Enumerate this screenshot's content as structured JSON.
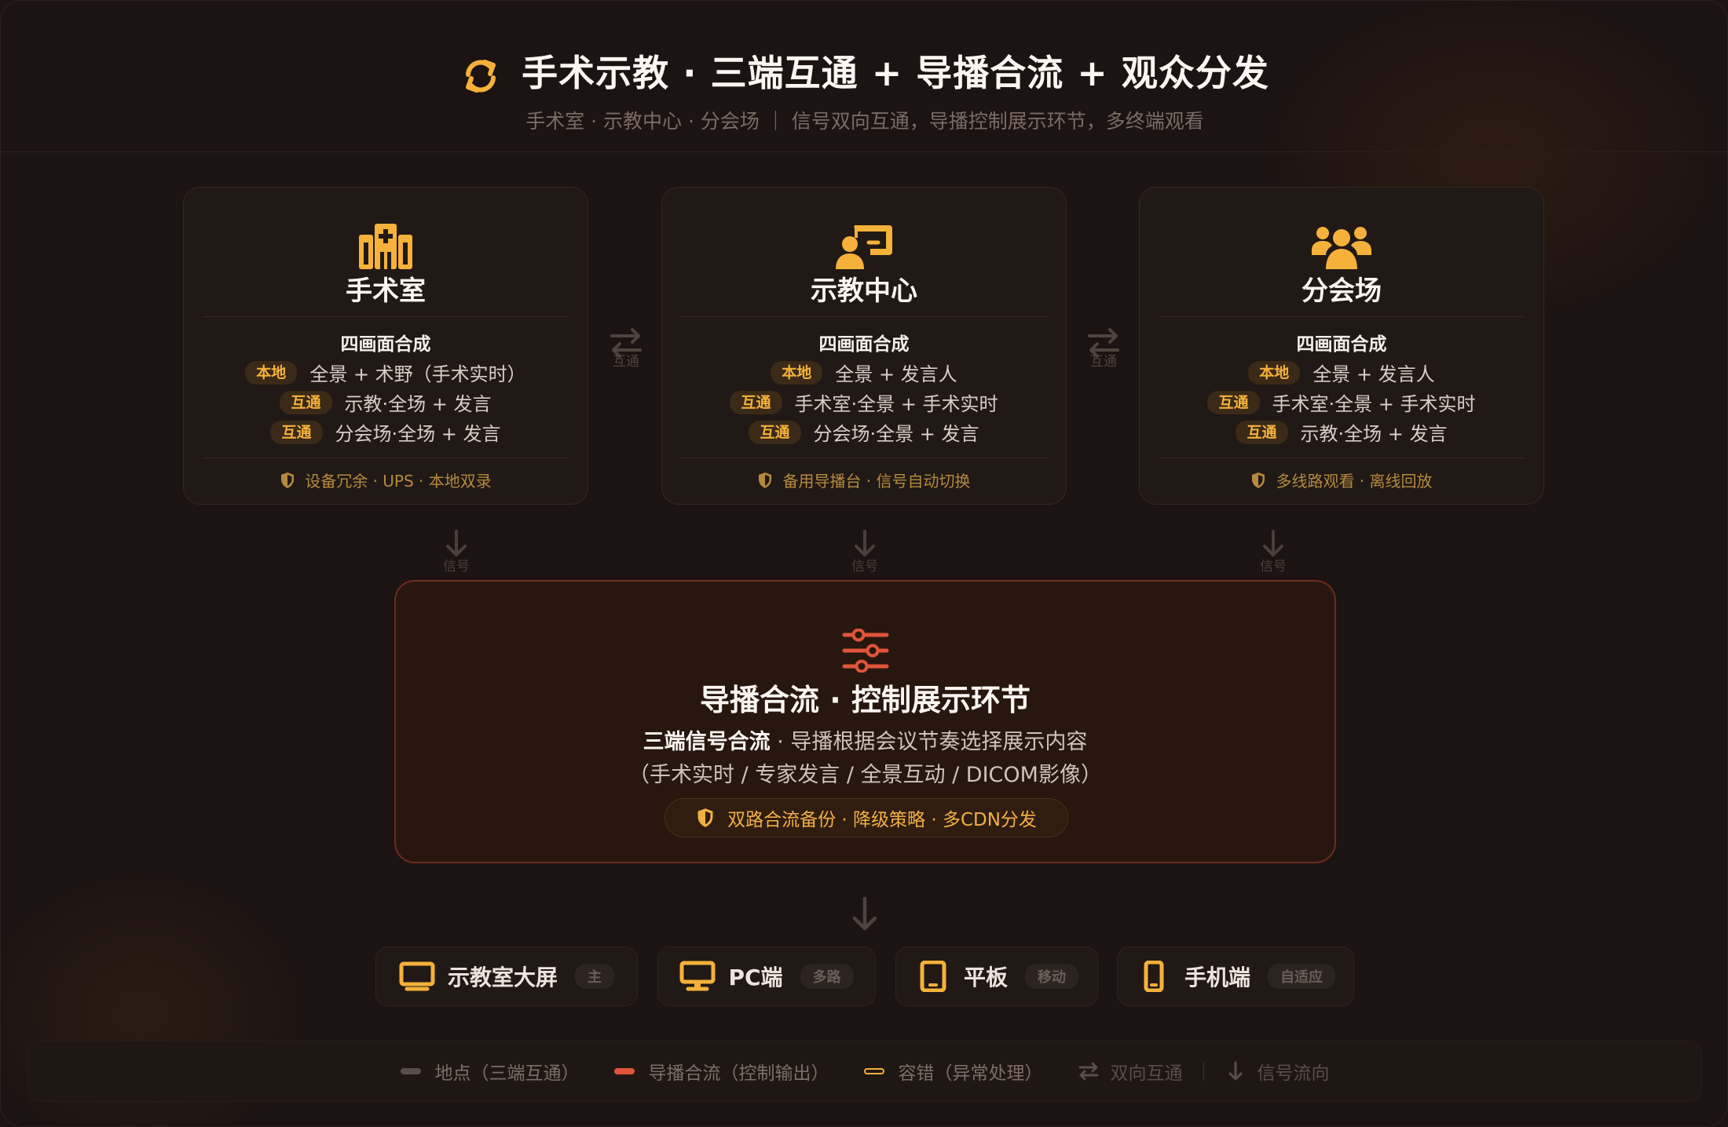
{
  "header": {
    "title": "手术示教 · 三端互通 + 导播合流 + 观众分发",
    "subtitle": "手术室 · 示教中心 · 分会场 ｜ 信号双向互通，导播控制展示环节，多终端观看"
  },
  "nodes": [
    {
      "title": "手术室",
      "icon": "hospital-icon",
      "subtitle": "四画面合成",
      "feeds": [
        {
          "tag": "本地",
          "text": "全景 + 术野（手术实时）"
        },
        {
          "tag": "互通",
          "text": "示教·全场 + 发言"
        },
        {
          "tag": "互通",
          "text": "分会场·全场 + 发言"
        }
      ],
      "footer": "设备冗余 · UPS · 本地双录"
    },
    {
      "title": "示教中心",
      "icon": "presenter-icon",
      "subtitle": "四画面合成",
      "feeds": [
        {
          "tag": "本地",
          "text": "全景 + 发言人"
        },
        {
          "tag": "互通",
          "text": "手术室·全景 + 手术实时"
        },
        {
          "tag": "互通",
          "text": "分会场·全景 + 发言"
        }
      ],
      "footer": "备用导播台 · 信号自动切换"
    },
    {
      "title": "分会场",
      "icon": "audience-icon",
      "subtitle": "四画面合成",
      "feeds": [
        {
          "tag": "本地",
          "text": "全景 + 发言人"
        },
        {
          "tag": "互通",
          "text": "手术室·全景 + 手术实时"
        },
        {
          "tag": "互通",
          "text": "示教·全场 + 发言"
        }
      ],
      "footer": "多线路观看 · 离线回放"
    }
  ],
  "links": {
    "horizontal_label": "互通",
    "vertical_label": "信号"
  },
  "director": {
    "title": "导播合流 · 控制展示环节",
    "line1_bold": "三端信号合流",
    "line1_rest": " · 导播根据会议节奏选择展示内容",
    "line2": "（手术实时 / 专家发言 / 全景互动 / DICOM影像）",
    "badge": "双路合流备份 · 降级策略 · 多CDN分发"
  },
  "terminals": [
    {
      "label": "示教室大屏",
      "pill": "主",
      "icon": "monitor-icon"
    },
    {
      "label": "PC端",
      "pill": "多路",
      "icon": "desktop-icon"
    },
    {
      "label": "平板",
      "pill": "移动",
      "icon": "tablet-icon"
    },
    {
      "label": "手机端",
      "pill": "自适应",
      "icon": "phone-icon"
    }
  ],
  "legend": {
    "site": "地点（三端互通）",
    "director": "导播合流（控制输出）",
    "fault": "容错（异常处理）",
    "bidirectional": "双向互通",
    "signal": "信号流向"
  },
  "colors": {
    "accent": "#f5b13a",
    "director": "#e0553a",
    "background": "#1c1412"
  }
}
